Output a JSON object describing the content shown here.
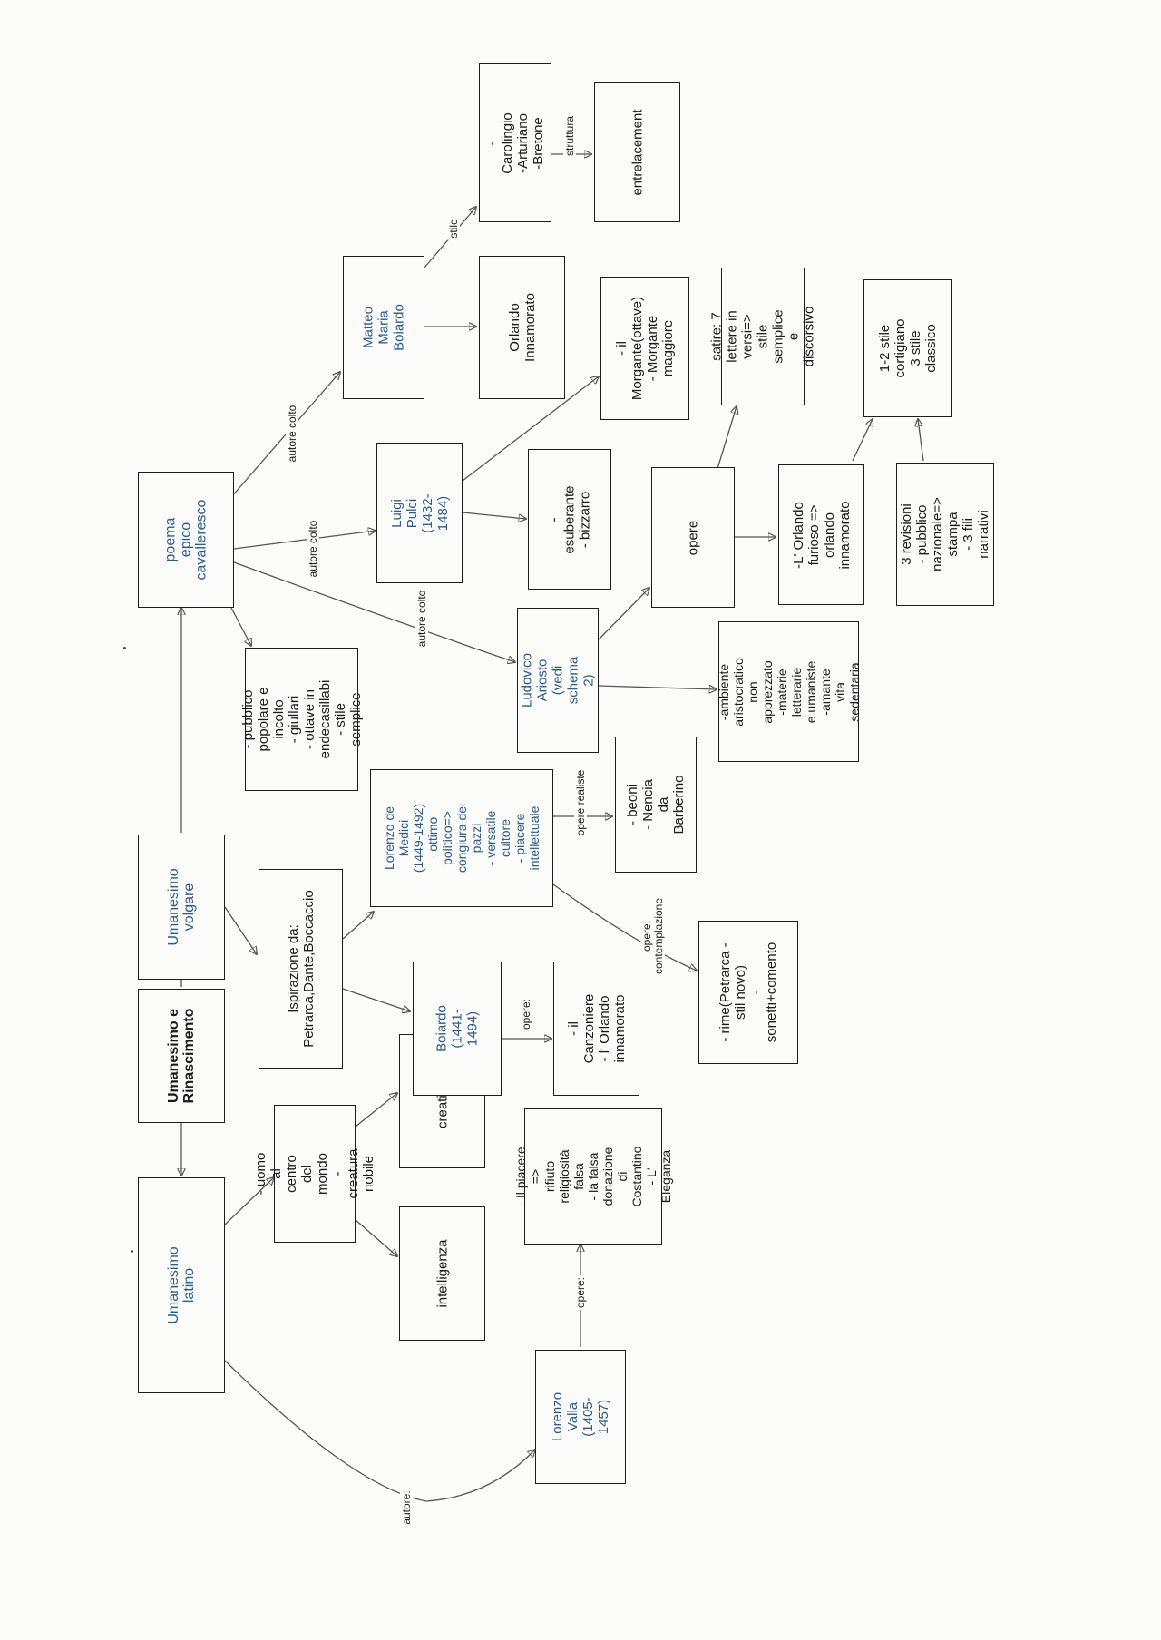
{
  "nodes": {
    "umanesimo_latino": "Umanesimo latino",
    "umanesimo_rinascimento": "Umanesimo e\nRinascimento",
    "umanesimo_volgare": "Umanesimo\nvolgare",
    "poema_epico": "poema epico\ncavalleresco",
    "uomo_centro": "- uomo al centro\ndel mondo\n- creatura nobile",
    "intelligenza": "intelligenza",
    "creativita": "creatività",
    "lorenzo_valla": "Lorenzo Valla\n(1405-1457)",
    "valla_opere": "- Il piacere =>\nrifiuto religiosità\nfalsa\n- la falsa\ndonazione di\nCostantino\n- L' Eleganza",
    "ispirazione": "Ispirazione da:\nPetrarca,Dante,Boccaccio",
    "boiardo": "Boiardo\n(1441-1494)",
    "boiardo_opere": "- il Canzoniere\n- l' Orlando\ninnamorato",
    "lorenzo_medici": "Lorenzo de\nMedici\n(1449-1492)\n- ottimo\npolitico=>\ncongiura dei pazzi\n- versatile cultore\n- piacere\nintellettuale",
    "medici_realiste": "- beoni\n- Nencia da\nBarberino",
    "medici_contemplazione": "- rime(Petrarca -\nstil novo)\n- sonetti+comento",
    "pubblico": "- pubblico\npopolare e incolto\n- giullari\n- ottave in\nendecasillabi\n- stile semplice",
    "matteo_boiardo": "Matteo Maria\nBoiardo",
    "orlando_innamorato": "Orlando\nInnamorato",
    "carolingio": "-Carolingio\n-Arturiano\n-Bretone",
    "entrelacement": "entrelacement",
    "luigi_pulci": "Luigi Pulci\n(1432-1484)",
    "morgante": "- il\nMorgante(ottave)\n- Morgante\nmaggiore",
    "esuberante": "- esuberante\n- bizzarro",
    "ludovico_ariosto": "Ludovico Ariosto\n(vedi schema 2)",
    "opere": "opere",
    "satire": "satire: 7 lettere in\nversi=> stile\nsemplice e\ndiscorsivo",
    "orlando_furioso": "-L' Orlando\nfurioso => orlando\ninnamorato",
    "stile_cortigiano": "1-2 stile cortigiano\n3 stile classico",
    "revisioni": "3 revisioni\n- pubblico\nnazionale=>\nstampa\n- 3 fili narrativi",
    "ambiente": "-ambiente\naristocratico non\napprezzato\n-materie letterarie\ne umaniste\n-amante vita\nsedentaria"
  },
  "edge_labels": {
    "autore": "autore:",
    "opere_valla": "opere:",
    "opere_boiardo": "opere:",
    "opere_realiste": "opere realiste",
    "opere_contemplazione": "opere:\ncontemplazione",
    "autore_colto_1": "autore colto",
    "autore_colto_2": "autore colto",
    "autore_colto_3": "autore colto",
    "stile": "stile",
    "struttura": "struttura"
  },
  "colors": {
    "blue_text": "#2d5a86",
    "border": "#1c1c1c",
    "line": "#555555"
  }
}
